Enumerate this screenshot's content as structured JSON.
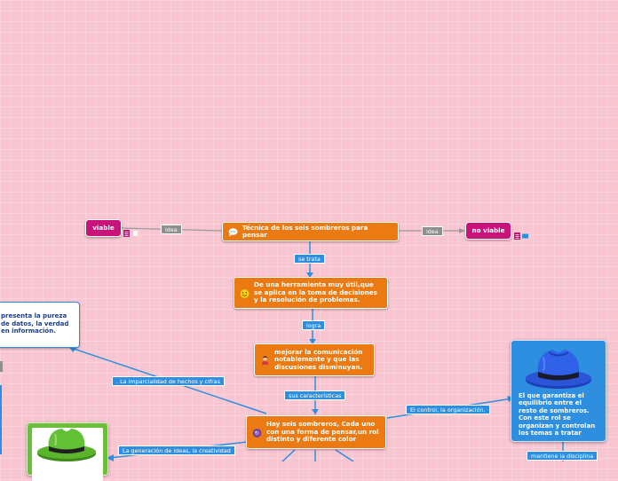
{
  "nodes": {
    "central": "Técnica de los seis sombreros para pensar",
    "tool": "De una herramienta muy útil,que se aplica en la toma de decisiones y la resolución de problemas.",
    "communication": "mejorar la comunicación notablemente y que las discusiones disminuyan.",
    "hats": "Hay seis sombreros, Cada uno con una forma de pensar,un rol distinto y diferente color",
    "viable": "viable",
    "not_viable": "no viable",
    "white_hat": "presenta la pureza de datos, la verdad en información.",
    "blue_hat": "El que garantiza el equilibrio entre el resto de sombreros. Con este rol se organizan y controlan los temas a tratar"
  },
  "labels": {
    "idea_left": "idea",
    "idea_right": "idea",
    "se_trata": "se trata",
    "logra": "logra",
    "caracteristicas": "sus características",
    "imparcialidad": ". La imparcialidad de hechos y cifras",
    "control": "El control, la organización.",
    "generacion": "La generación de ideas, la creatividad",
    "disciplina": "mantiene la disciplina"
  },
  "colors": {
    "background": "#f9c5d1",
    "topic": "#ec7a13",
    "outcome": "#c9127a",
    "connector_blue": "#2e8fe0",
    "connector_gray": "#8f8f8f",
    "white_hat_border": "#2e8fe0",
    "blue_hat_card": "#2e8fe0",
    "green_hat_card": "#6bbf3a"
  },
  "icons": {
    "central": "speech-bubble-icon",
    "tool": "smiley-icon",
    "communication": "person-icon",
    "hats": "purple-orb-icon",
    "viable_note": "note-icon",
    "not_viable_note": "note-icon",
    "blue_hat": "blue-hat-icon",
    "green_hat": "green-hat-icon"
  }
}
